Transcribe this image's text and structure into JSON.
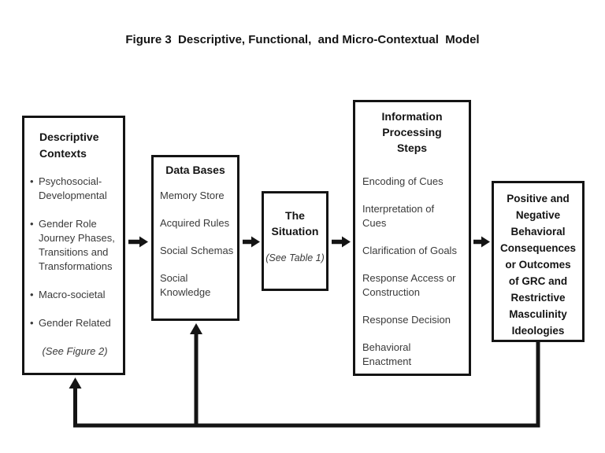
{
  "figure": {
    "title": "Figure 3  Descriptive, Functional,  and Micro-Contextual  Model"
  },
  "boxes": {
    "descriptive_contexts": {
      "heading": "Descriptive\nContexts",
      "bullets": [
        "Psychosocial-\nDevelopmental",
        "Gender Role\nJourney Phases,\nTransitions and\nTransformations",
        "Macro-societal",
        "Gender Related"
      ],
      "note": "(See Figure 2)"
    },
    "data_bases": {
      "heading": "Data Bases",
      "items": [
        "Memory Store",
        "Acquired Rules",
        "Social Schemas",
        "Social\nKnowledge"
      ]
    },
    "situation": {
      "heading": "The\nSituation",
      "note": "(See Table 1)"
    },
    "information_processing": {
      "heading": "Information\nProcessing\nSteps",
      "items": [
        "Encoding of Cues",
        "Interpretation of\nCues",
        "Clarification of Goals",
        "Response Access or\nConstruction",
        "Response Decision",
        "Behavioral\nEnactment"
      ]
    },
    "outcomes": {
      "heading": "Positive and\nNegative\nBehavioral\nConsequences\nor Outcomes\nof GRC and\nRestrictive\nMasculinity\nIdeologies"
    }
  },
  "connections": [
    "descriptive-contexts -> data-bases",
    "data-bases -> the-situation",
    "the-situation -> information-processing-steps",
    "information-processing-steps -> outcomes",
    "outcomes -> descriptive-contexts (feedback)",
    "outcomes -> data-bases (feedback)"
  ],
  "colors": {
    "ink": "#141414",
    "body_text": "#3a3a3a",
    "background": "#ffffff"
  }
}
